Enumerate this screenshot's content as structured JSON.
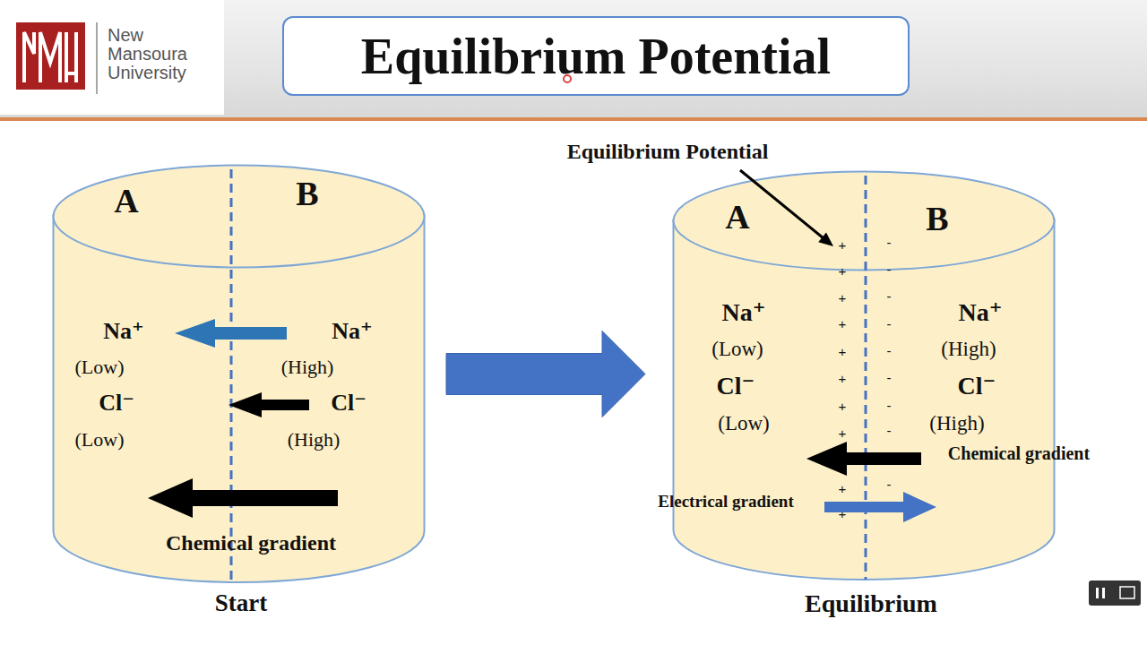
{
  "diagram": {
    "title": "Equilibrium Potential",
    "nodes": [
      {
        "text": [
          "A",
          "B",
          "Na⁺",
          "(Low)",
          "Na⁺",
          "(High)",
          "Cl⁻",
          "(Low)",
          "Cl⁻",
          "(High)",
          "Chemical gradient",
          "Start"
        ]
      },
      {
        "text": [
          "A",
          "B",
          "Na⁺",
          "(Low)",
          "Na⁺",
          "(High)",
          "Cl⁻",
          "(Low)",
          "Cl⁻",
          "(High)",
          "Chemical gradient",
          "Electrical gradient",
          "Equilibrium"
        ]
      }
    ],
    "edges": [
      {
        "from": 0,
        "to": 1,
        "arrow": "to"
      }
    ],
    "labels": [
      "New Mansoura University",
      "Equilibrium Potential",
      "+",
      "+",
      "+",
      "+",
      "+",
      "+",
      "+",
      "+",
      "+",
      "+",
      "-",
      "-",
      "-",
      "-",
      "-",
      "-",
      "-",
      "-",
      "-",
      "-"
    ]
  }
}
